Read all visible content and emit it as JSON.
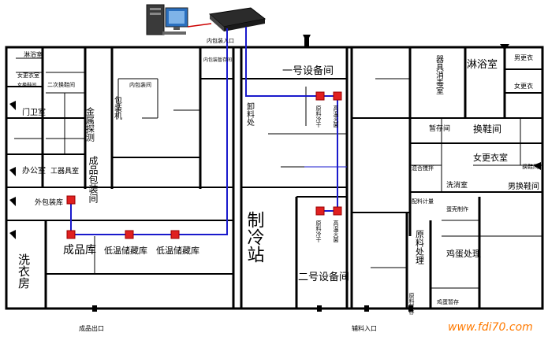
{
  "rooms": {
    "shower_left": "淋浴室",
    "female_changing_left": "女更衣室",
    "female_shoe_change": "女换鞋间",
    "second_shoe_change": "二次换鞋间",
    "gatehouse": "门卫室",
    "metal_detect": "金属探测",
    "packing_machine": "包装机",
    "inner_packing_room": "内包装间",
    "inner_packing_storage": "内包装暂存间",
    "inner_packing_entry": "内包装入口",
    "finished_packing": "成品包装间",
    "office": "办公室",
    "tool_room": "工器具室",
    "outer_packing": "外包装库",
    "laundry": "洗衣房",
    "finished_store": "成品库",
    "cold_store_1": "低温储藏库",
    "cold_store_2": "低温储藏库",
    "raw_area": "卸料处",
    "equipment_room_1": "一号设备间",
    "equipment_room_2": "二号设备间",
    "refrigeration": "制冷站",
    "tank_a": "原料冷干",
    "tank_b": "高温灭菌",
    "tank_c": "原料冷干",
    "tank_d": "高温灭菌",
    "utensil_disinfect": "器具消毒室",
    "shower_right": "淋浴室",
    "male_changing": "男更衣",
    "female_changing_right": "女更衣",
    "temp_storage": "暂存间",
    "shoe_change_right": "换鞋间",
    "mixing": "混合搅拌",
    "female_changing_room": "女更衣室",
    "disinfect_room": "洗消室",
    "male_shoe_change": "男换鞋间",
    "shoe_hall": "换鞋间",
    "ingredient_calc": "配料计量",
    "egg_break": "蛋壳制作",
    "raw_processing": "原料处理",
    "egg_processing": "鸡蛋处理",
    "raw_stock": "原料暂存",
    "egg_stock": "鸡蛋暂存"
  },
  "labels": {
    "finished_exit": "成品出口",
    "material_entry": "辅料入口",
    "watermark": "www.fdi70.com"
  }
}
